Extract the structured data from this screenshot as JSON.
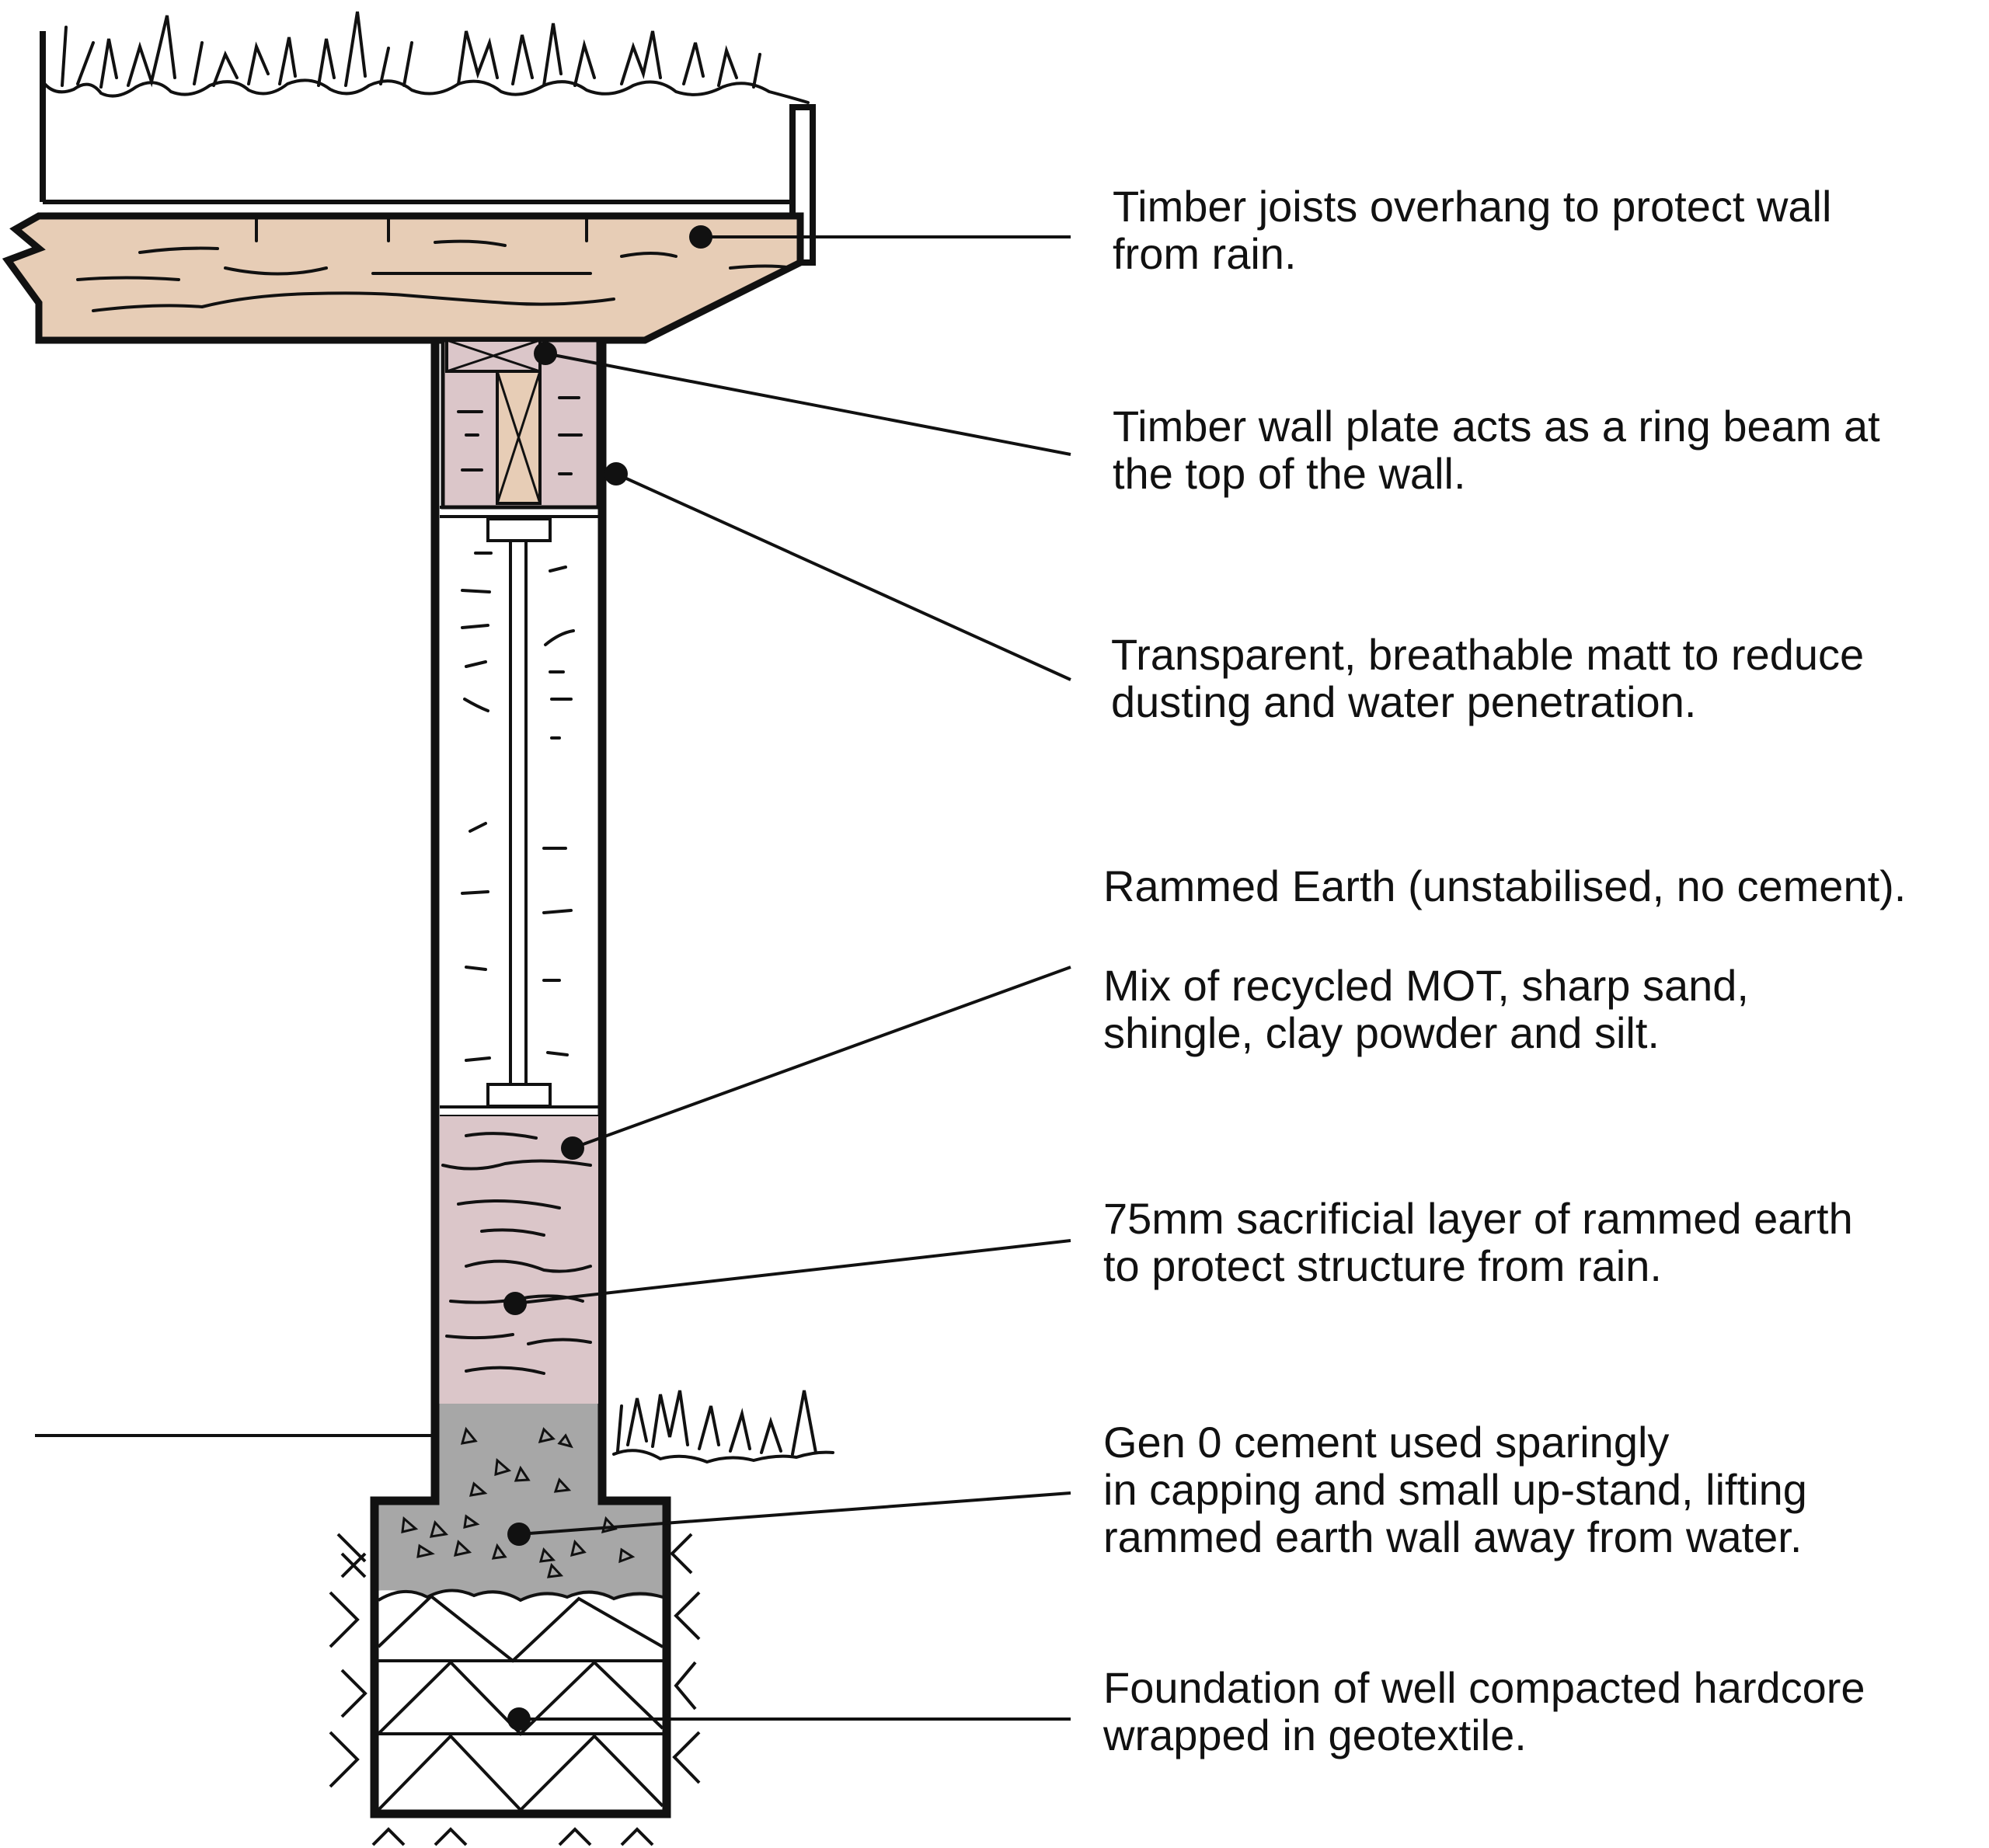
{
  "colors": {
    "ink": "#111111",
    "timber": "#e7cdb6",
    "earth": "#dbc6c9",
    "concrete": "#a7a7a7",
    "paper": "#ffffff"
  },
  "annotations": [
    {
      "id": "joists",
      "lines": [
        "Timber joists overhang to protect wall",
        "from rain."
      ]
    },
    {
      "id": "wall-plate",
      "lines": [
        "Timber wall plate acts as a ring beam at",
        "the top of the wall."
      ]
    },
    {
      "id": "matt",
      "lines": [
        "Transparent, breathable matt to reduce",
        "dusting and water penetration."
      ]
    },
    {
      "id": "rammed-earth",
      "lines": [
        "Rammed Earth (unstabilised, no cement)."
      ]
    },
    {
      "id": "mix",
      "lines": [
        "Mix of recycled MOT, sharp sand,",
        "shingle, clay powder and silt."
      ]
    },
    {
      "id": "sacrificial",
      "lines": [
        "75mm sacrificial layer of rammed earth",
        "to protect structure from rain."
      ]
    },
    {
      "id": "cement",
      "lines": [
        "Gen 0 cement used sparingly",
        "in capping and small up-stand, lifting",
        "rammed earth wall away from water."
      ]
    },
    {
      "id": "foundation",
      "lines": [
        "Foundation of well compacted hardcore",
        "wrapped in geotextile."
      ]
    }
  ]
}
